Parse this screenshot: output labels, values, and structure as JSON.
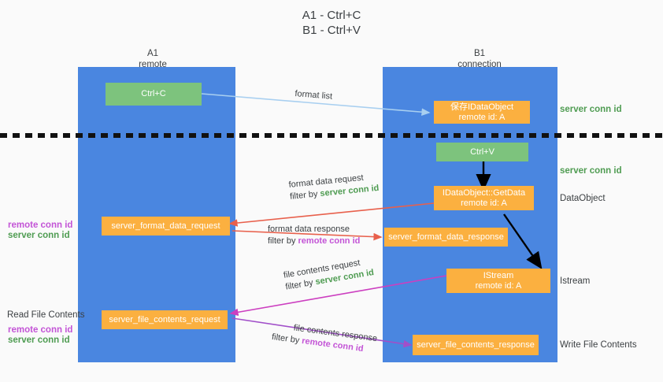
{
  "diagram": {
    "title": "A1 - Ctrl+C\nB1 - Ctrl+V",
    "colors": {
      "lane": "#4a86e0",
      "green_node": "#7dc37d",
      "orange_node": "#fbb040",
      "server_conn_id": "#4f9c52",
      "remote_conn_id": "#c354d6",
      "arrow_blue": "#a8cff0",
      "arrow_red": "#e8604c",
      "arrow_magenta": "#cc3fc0",
      "arrow_purple": "#a14fc9",
      "arrow_black": "#000000",
      "background": "#fafafa",
      "text": "#3c4043"
    },
    "columns": [
      {
        "name": "A1",
        "sub": "remote",
        "header": "A1\nremote"
      },
      {
        "name": "B1",
        "sub": "connection",
        "header": "B1\nconnection"
      }
    ],
    "nodes": {
      "ctrl_c": "Ctrl+C",
      "ctrl_v": "Ctrl+V",
      "save_dataobject": "保存IDataObject\nremote id: A",
      "getdata": "IDataObject::GetData\nremote id: A",
      "istream": "IStream\nremote id: A",
      "server_format_data_request": "server_format_data_request",
      "server_format_data_response": "server_format_data_response",
      "server_file_contents_request": "server_file_contents_request",
      "server_file_contents_response": "server_file_contents_response"
    },
    "right_labels": [
      "server conn id",
      "server conn id",
      "DataObject",
      "Istream",
      "Write File Contents"
    ],
    "left_labels": {
      "conn_ids_top_remote": "remote conn id",
      "conn_ids_top_server": "server conn id",
      "read_file_contents": "Read File Contents",
      "conn_ids_bottom_remote": "remote conn id",
      "conn_ids_bottom_server": "server conn id"
    },
    "edges": {
      "format_list": "format list",
      "format_data_request_l1": "format data request",
      "format_data_request_l2_prefix": "filter by ",
      "format_data_request_l2_key": "server conn id",
      "format_data_response_l1": "format data response",
      "format_data_response_l2_prefix": "filter by ",
      "format_data_response_l2_key": "remote conn id",
      "file_contents_request_l1": "file contents request",
      "file_contents_request_l2_prefix": "filter by ",
      "file_contents_request_l2_key": "server conn id",
      "file_contents_response_l1": "file contents response",
      "file_contents_response_l2_prefix": "filter by ",
      "file_contents_response_l2_key": "remote conn id"
    }
  }
}
